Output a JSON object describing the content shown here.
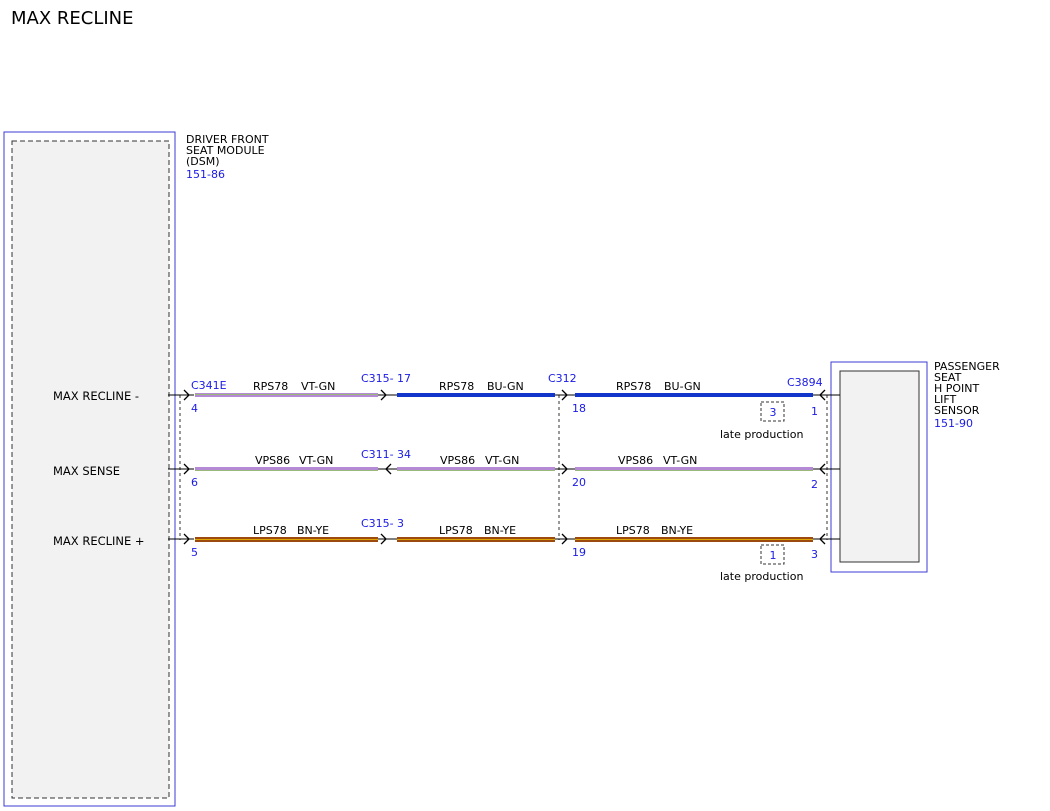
{
  "page_title": "MAX RECLINE",
  "colors": {
    "module_outline": "#3b3bd6",
    "blue_text": "#1a1ae6",
    "wire_vt_gn_a": "#b48ad4",
    "wire_vt_gn_b": "#9ab87a",
    "wire_bu_gn": "#1236c9",
    "wire_bn_ye_a": "#9c4a10",
    "wire_bn_ye_b": "#e0a600"
  },
  "left_module": {
    "name_lines": [
      "DRIVER FRONT",
      "SEAT MODULE",
      "(DSM)"
    ],
    "ref": "151-86",
    "pins": [
      "MAX RECLINE -",
      "MAX SENSE",
      "MAX RECLINE +"
    ]
  },
  "right_module": {
    "name_lines": [
      "PASSENGER",
      "SEAT",
      "H POINT",
      "LIFT",
      "SENSOR"
    ],
    "ref": "151-90"
  },
  "connectors": {
    "c341e": "C341E",
    "c315_top": "C315-",
    "c315_top_pin": "17",
    "c312": "C312",
    "c3894": "C3894",
    "c311": "C311-",
    "c311_pin": "34",
    "c315_bottom": "C315-",
    "c315_bottom_pin": "3"
  },
  "pin_numbers": {
    "r1_left": "4",
    "r1_mid": "18",
    "r1_right": "1",
    "r2_left": "6",
    "r2_mid": "20",
    "r2_right": "2",
    "r3_left": "5",
    "r3_mid": "19",
    "r3_right": "3"
  },
  "wires": {
    "r1_s1_circuit": "RPS78",
    "r1_s1_color": "VT-GN",
    "r1_s2_circuit": "RPS78",
    "r1_s2_color": "BU-GN",
    "r1_s3_circuit": "RPS78",
    "r1_s3_color": "BU-GN",
    "r2_s1_circuit": "VPS86",
    "r2_s1_color": "VT-GN",
    "r2_s2_circuit": "VPS86",
    "r2_s2_color": "VT-GN",
    "r2_s3_circuit": "VPS86",
    "r2_s3_color": "VT-GN",
    "r3_s1_circuit": "LPS78",
    "r3_s1_color": "BN-YE",
    "r3_s2_circuit": "LPS78",
    "r3_s2_color": "BN-YE",
    "r3_s3_circuit": "LPS78",
    "r3_s3_color": "BN-YE"
  },
  "notes": {
    "note1_number": "3",
    "note1_text": "late production",
    "note2_number": "1",
    "note2_text": "late production"
  }
}
